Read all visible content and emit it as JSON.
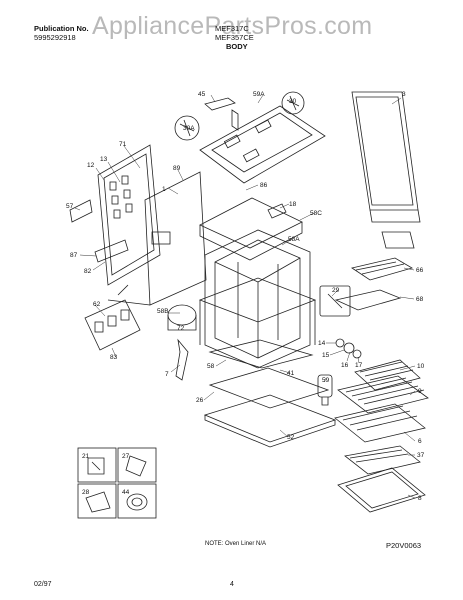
{
  "header": {
    "publication_label": "Publication No.",
    "publication_number": "5995292918",
    "model_line1": "MEF317C",
    "model_line2": "MEF357CE",
    "section": "BODY"
  },
  "watermark": "AppliancePartsPros.com",
  "callouts": [
    {
      "id": "c45",
      "text": "45"
    },
    {
      "id": "c59a",
      "text": "59A"
    },
    {
      "id": "c30",
      "text": "30"
    },
    {
      "id": "c3",
      "text": "3"
    },
    {
      "id": "c30a",
      "text": "30A"
    },
    {
      "id": "c71",
      "text": "71"
    },
    {
      "id": "c13",
      "text": "13"
    },
    {
      "id": "c12",
      "text": "12"
    },
    {
      "id": "c89",
      "text": "89"
    },
    {
      "id": "c1",
      "text": "1"
    },
    {
      "id": "c86",
      "text": "86"
    },
    {
      "id": "c18",
      "text": "18"
    },
    {
      "id": "c58c",
      "text": "58C"
    },
    {
      "id": "c57",
      "text": "57"
    },
    {
      "id": "c58a",
      "text": "58A"
    },
    {
      "id": "c87",
      "text": "87"
    },
    {
      "id": "c82",
      "text": "82"
    },
    {
      "id": "c66",
      "text": "66"
    },
    {
      "id": "c68",
      "text": "68"
    },
    {
      "id": "c62",
      "text": "62"
    },
    {
      "id": "c29",
      "text": "29"
    },
    {
      "id": "c58b",
      "text": "58B"
    },
    {
      "id": "c72",
      "text": "72"
    },
    {
      "id": "c83",
      "text": "83"
    },
    {
      "id": "c14",
      "text": "14"
    },
    {
      "id": "c15",
      "text": "15"
    },
    {
      "id": "c16",
      "text": "16"
    },
    {
      "id": "c17",
      "text": "17"
    },
    {
      "id": "c10",
      "text": "10"
    },
    {
      "id": "c7",
      "text": "7"
    },
    {
      "id": "c58",
      "text": "58"
    },
    {
      "id": "c41",
      "text": "41"
    },
    {
      "id": "c59",
      "text": "59"
    },
    {
      "id": "c9",
      "text": "9"
    },
    {
      "id": "c26",
      "text": "26"
    },
    {
      "id": "c52",
      "text": "52"
    },
    {
      "id": "c6",
      "text": "6"
    },
    {
      "id": "c37",
      "text": "37"
    },
    {
      "id": "c21",
      "text": "21"
    },
    {
      "id": "c27",
      "text": "27"
    },
    {
      "id": "c28",
      "text": "28"
    },
    {
      "id": "c44",
      "text": "44"
    },
    {
      "id": "c8",
      "text": "8"
    }
  ],
  "footer": {
    "note": "NOTE: Oven Liner N/A",
    "drawing_code": "P20V0063",
    "date": "02/97",
    "page": "4"
  }
}
